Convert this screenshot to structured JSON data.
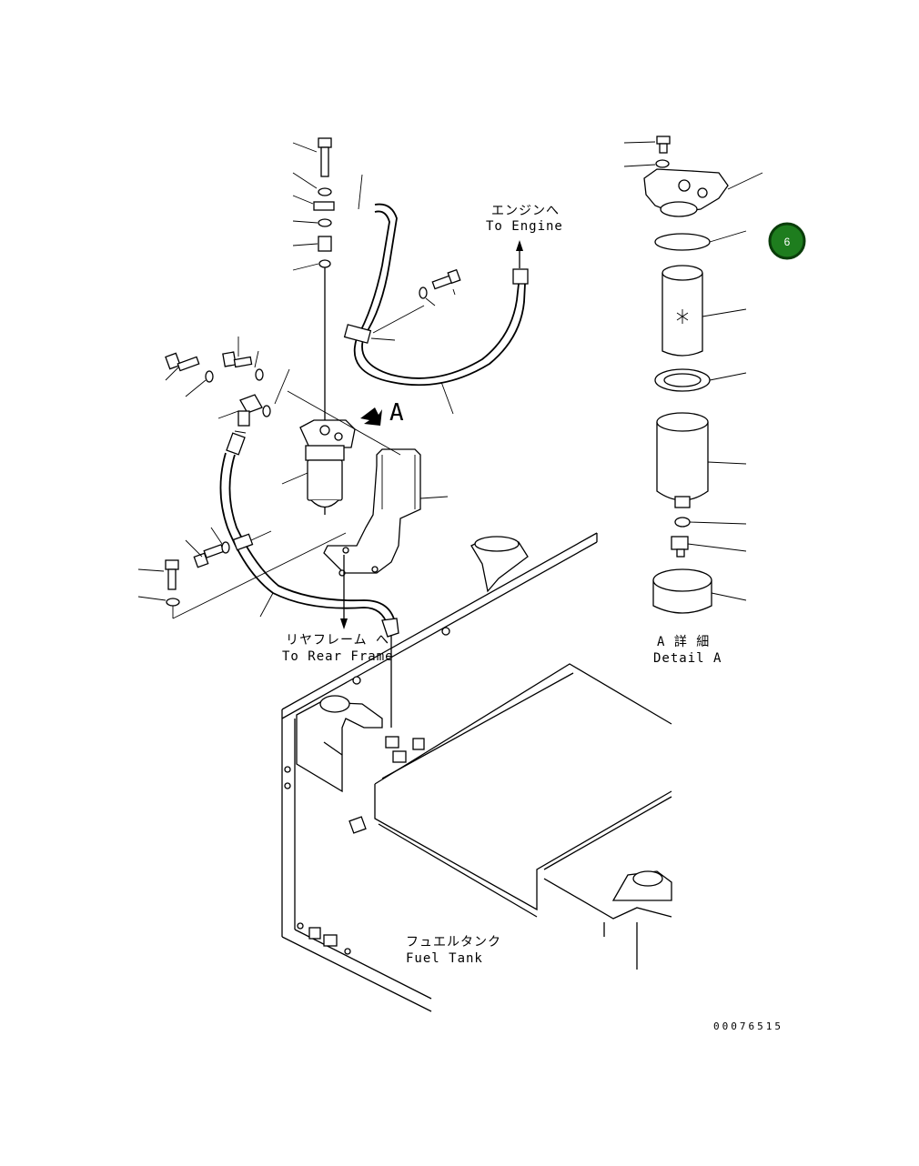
{
  "labels": {
    "to_engine_jp": "エンジンへ",
    "to_engine_en": "To Engine",
    "to_rear_frame_jp": "リヤフレーム へ",
    "to_rear_frame_en": "To Rear Frame",
    "fuel_tank_jp": "フュエルタンク",
    "fuel_tank_en": "Fuel Tank",
    "detail_a_jp": "A 詳 細",
    "detail_a_en": "Detail A",
    "view_marker": "A",
    "drawing_number": "00076515"
  },
  "badge": {
    "number": "6",
    "color": "#1e7d1e"
  }
}
